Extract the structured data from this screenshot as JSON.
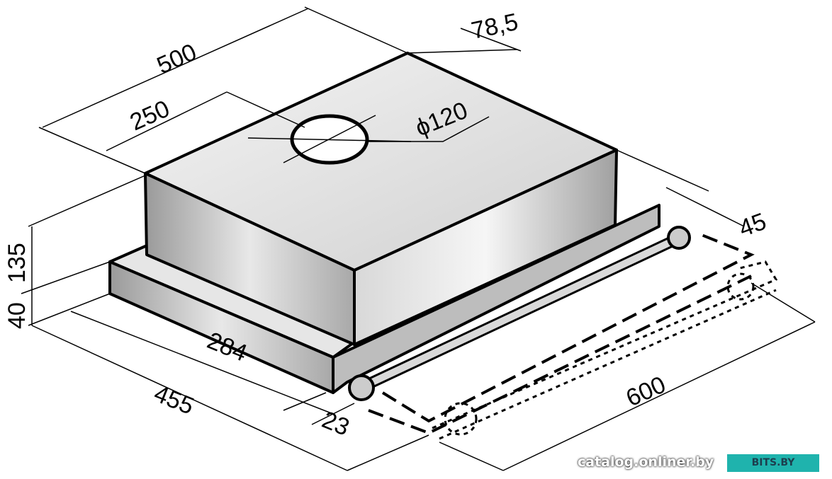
{
  "dimensions": {
    "d500": "500",
    "d78_5": "78,5",
    "d250": "250",
    "d120": "ϕ120",
    "d45": "45",
    "d135": "135",
    "d40": "40",
    "d284": "284",
    "d455": "455",
    "d23": "23",
    "d600": "600"
  },
  "watermark": {
    "text": "catalog.onliner.by",
    "logo": "BITS.BY",
    "logo_color": "#1fb3ad"
  }
}
